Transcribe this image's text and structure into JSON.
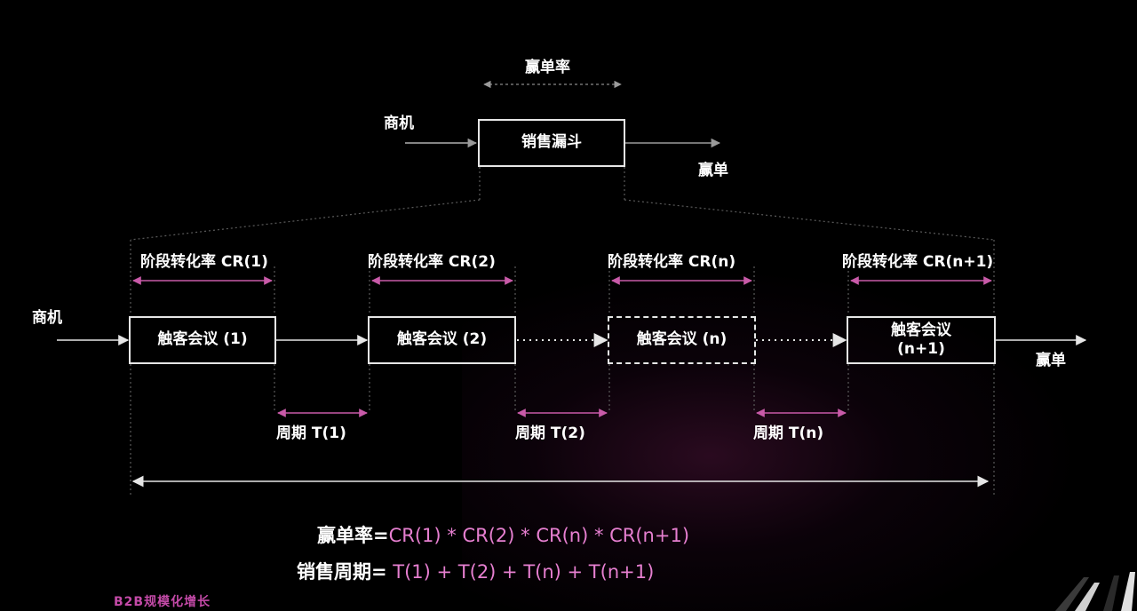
{
  "top": {
    "win_rate_label": "赢单率",
    "input_label": "商机",
    "funnel_label": "销售漏斗",
    "output_label": "赢单"
  },
  "flow": {
    "input_label": "商机",
    "output_label": "赢单",
    "stages": [
      {
        "cr_label": "阶段转化率 CR(1)",
        "box_label": "触客会议 (1)"
      },
      {
        "cr_label": "阶段转化率 CR(2)",
        "box_label": "触客会议 (2)"
      },
      {
        "cr_label": "阶段转化率 CR(n)",
        "box_label": "触客会议 (n)"
      },
      {
        "cr_label": "阶段转化率 CR(n+1)",
        "box_label_line1": "触客会议",
        "box_label_line2": "(n+1)"
      }
    ],
    "cycles": [
      "周期  T(1)",
      "周期  T(2)",
      "周期   T(n)"
    ]
  },
  "formulas": {
    "win_rate_key": "赢单率=",
    "win_rate_value": "CR(1) * CR(2)  * CR(n) * CR(n+1)",
    "cycle_key": "销售周期=",
    "cycle_value": " T(1)  +  T(2)   +  T(n)   +  T(n+1)"
  },
  "brand": "B2B规模化增长",
  "colors": {
    "background": "#000000",
    "line": "#e6e6e6",
    "accent_pink": "#e67fd0",
    "brand": "#c44aa8"
  }
}
